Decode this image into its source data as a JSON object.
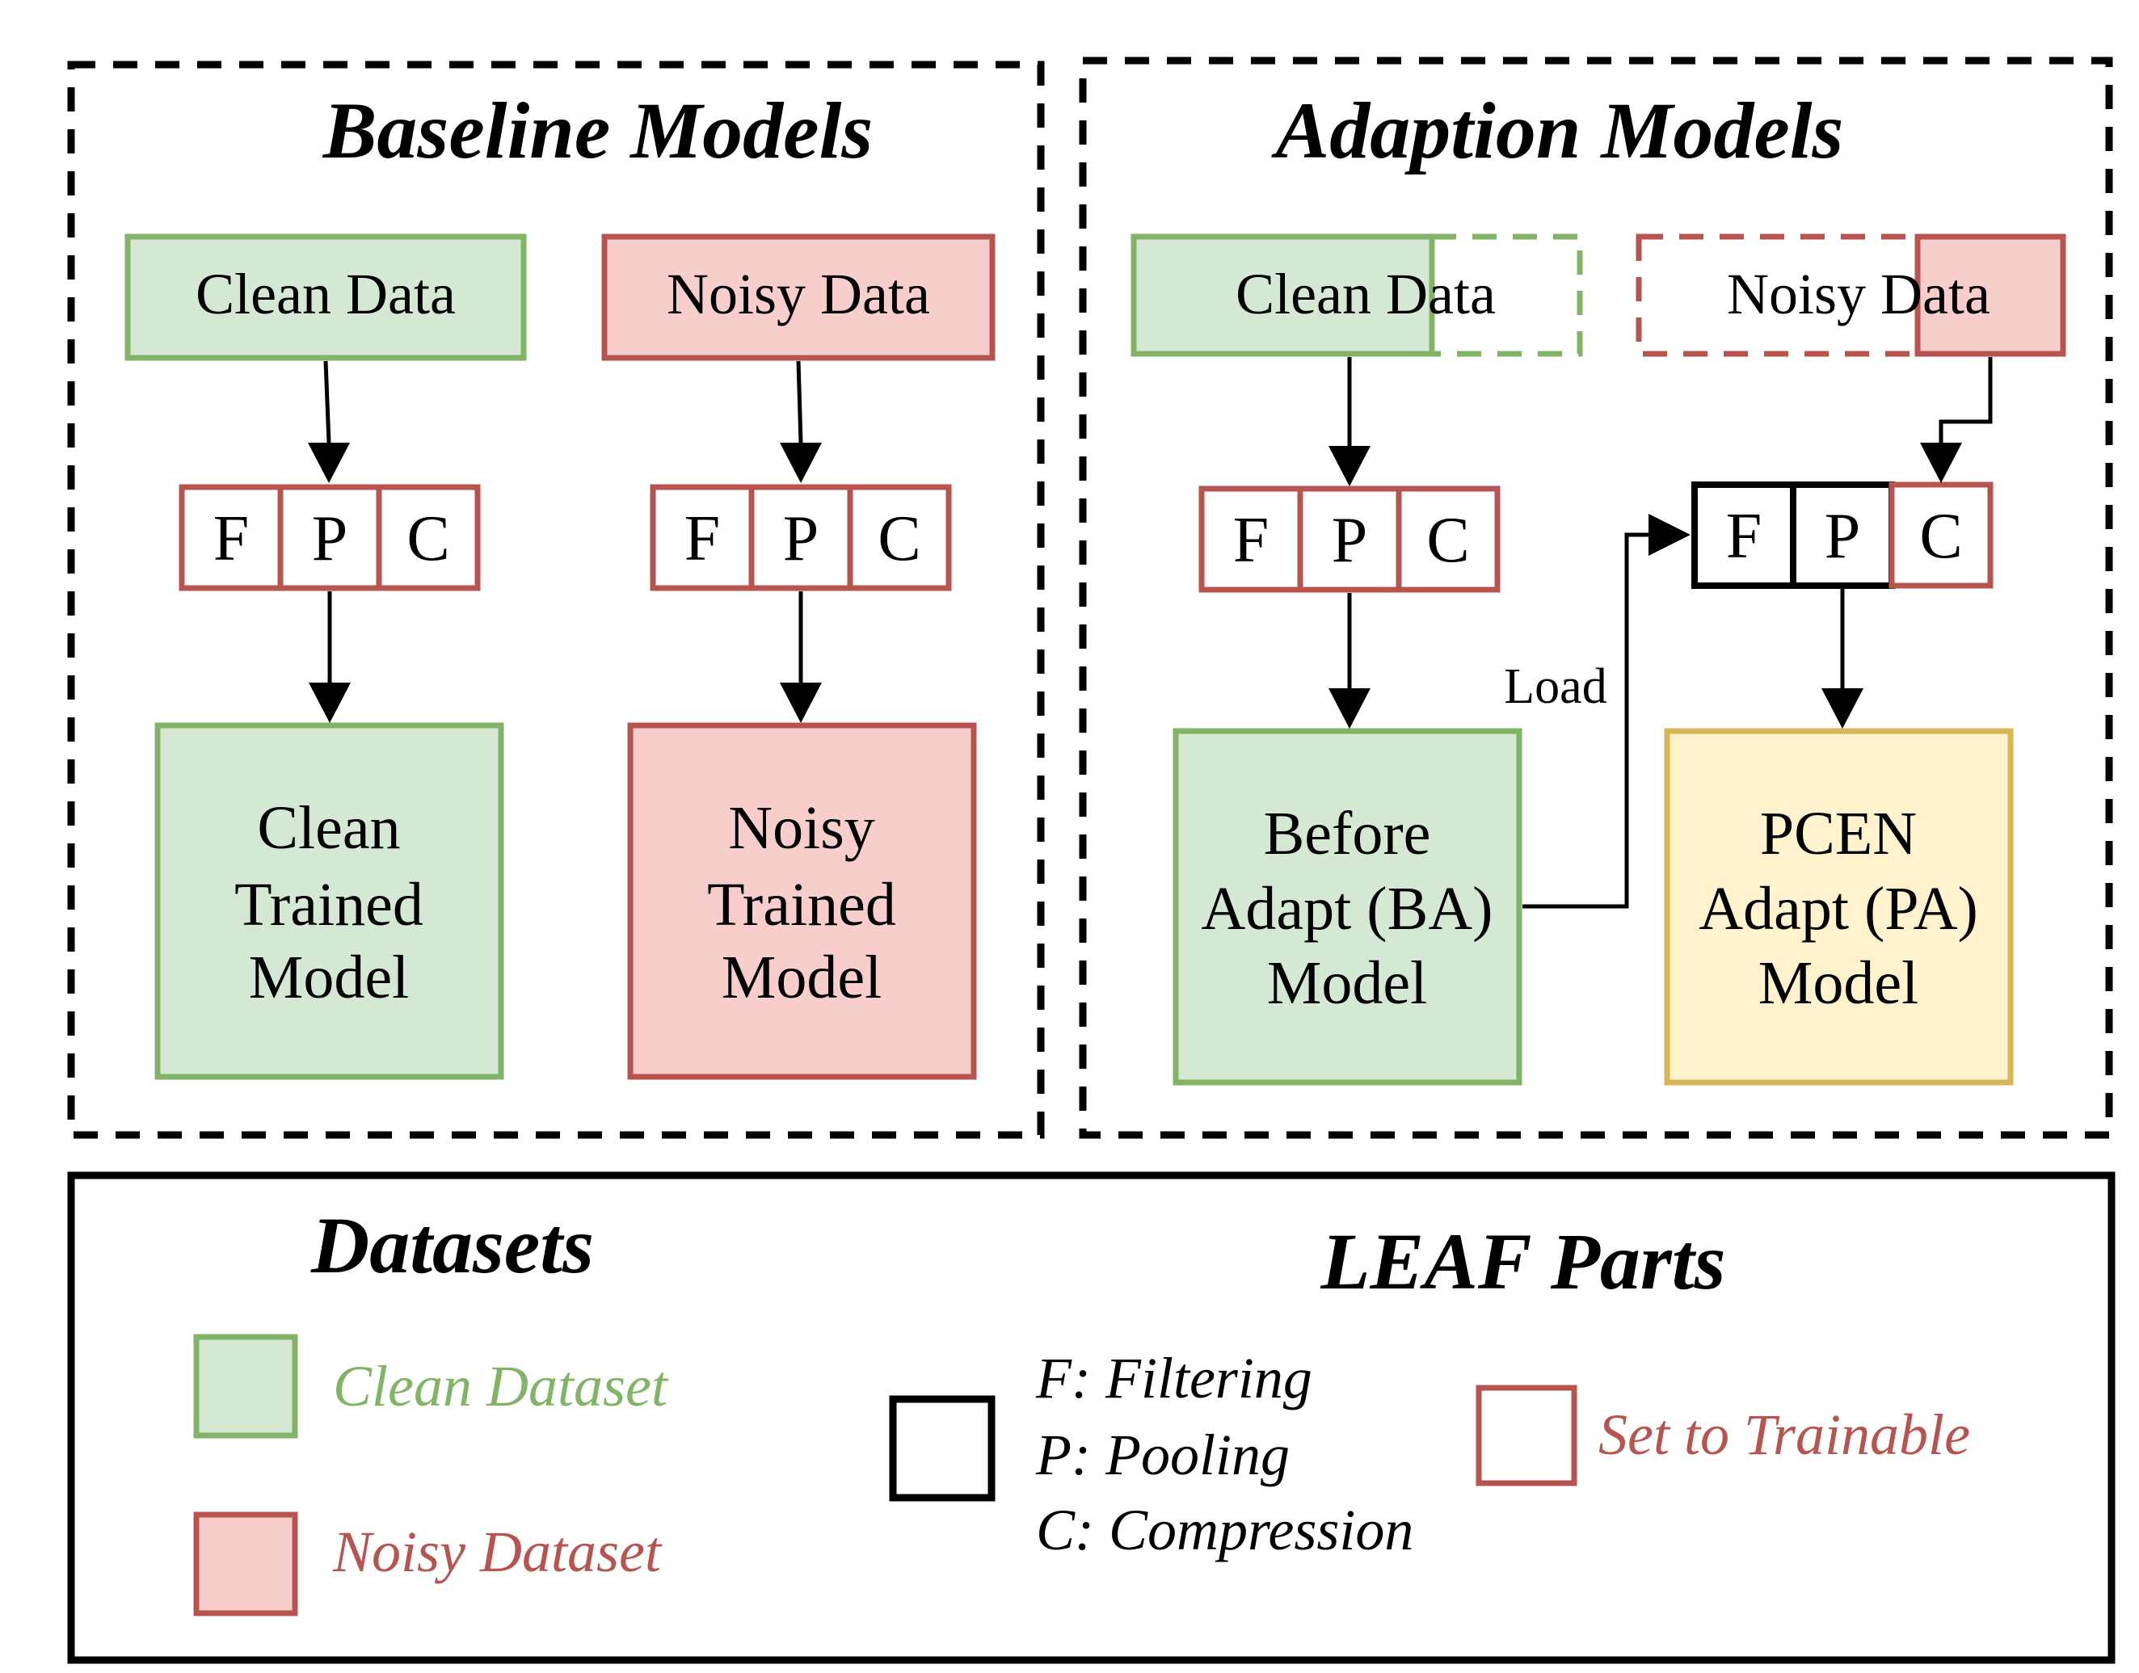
{
  "baseline": {
    "title": "Baseline Models",
    "clean_data": "Clean Data",
    "noisy_data": "Noisy Data",
    "clean_model": [
      "Clean",
      "Trained",
      "Model"
    ],
    "noisy_model": [
      "Noisy",
      "Trained",
      "Model"
    ]
  },
  "adaption": {
    "title": "Adaption Models",
    "clean_data": "Clean Data",
    "noisy_data": "Noisy Data",
    "load_label": "Load",
    "ba_model": [
      "Before",
      "Adapt (BA)",
      "Model"
    ],
    "pa_model": [
      "PCEN",
      "Adapt (PA)",
      "Model"
    ]
  },
  "leaf_letters": [
    "F",
    "P",
    "C"
  ],
  "legend": {
    "datasets_title": "Datasets",
    "clean_dataset": "Clean Dataset",
    "noisy_dataset": "Noisy Dataset",
    "leaf_title": "LEAF Parts",
    "leaf_items": [
      "F: Filtering",
      "P: Pooling",
      "C: Compression"
    ],
    "trainable": "Set to Trainable"
  },
  "colors": {
    "green_fill": "#d5e8d4",
    "green_stroke": "#82b366",
    "red_fill": "#f8cecc",
    "red_stroke": "#b85450",
    "yellow_fill": "#fff2cc",
    "yellow_stroke": "#d6b656",
    "black": "#000000"
  }
}
